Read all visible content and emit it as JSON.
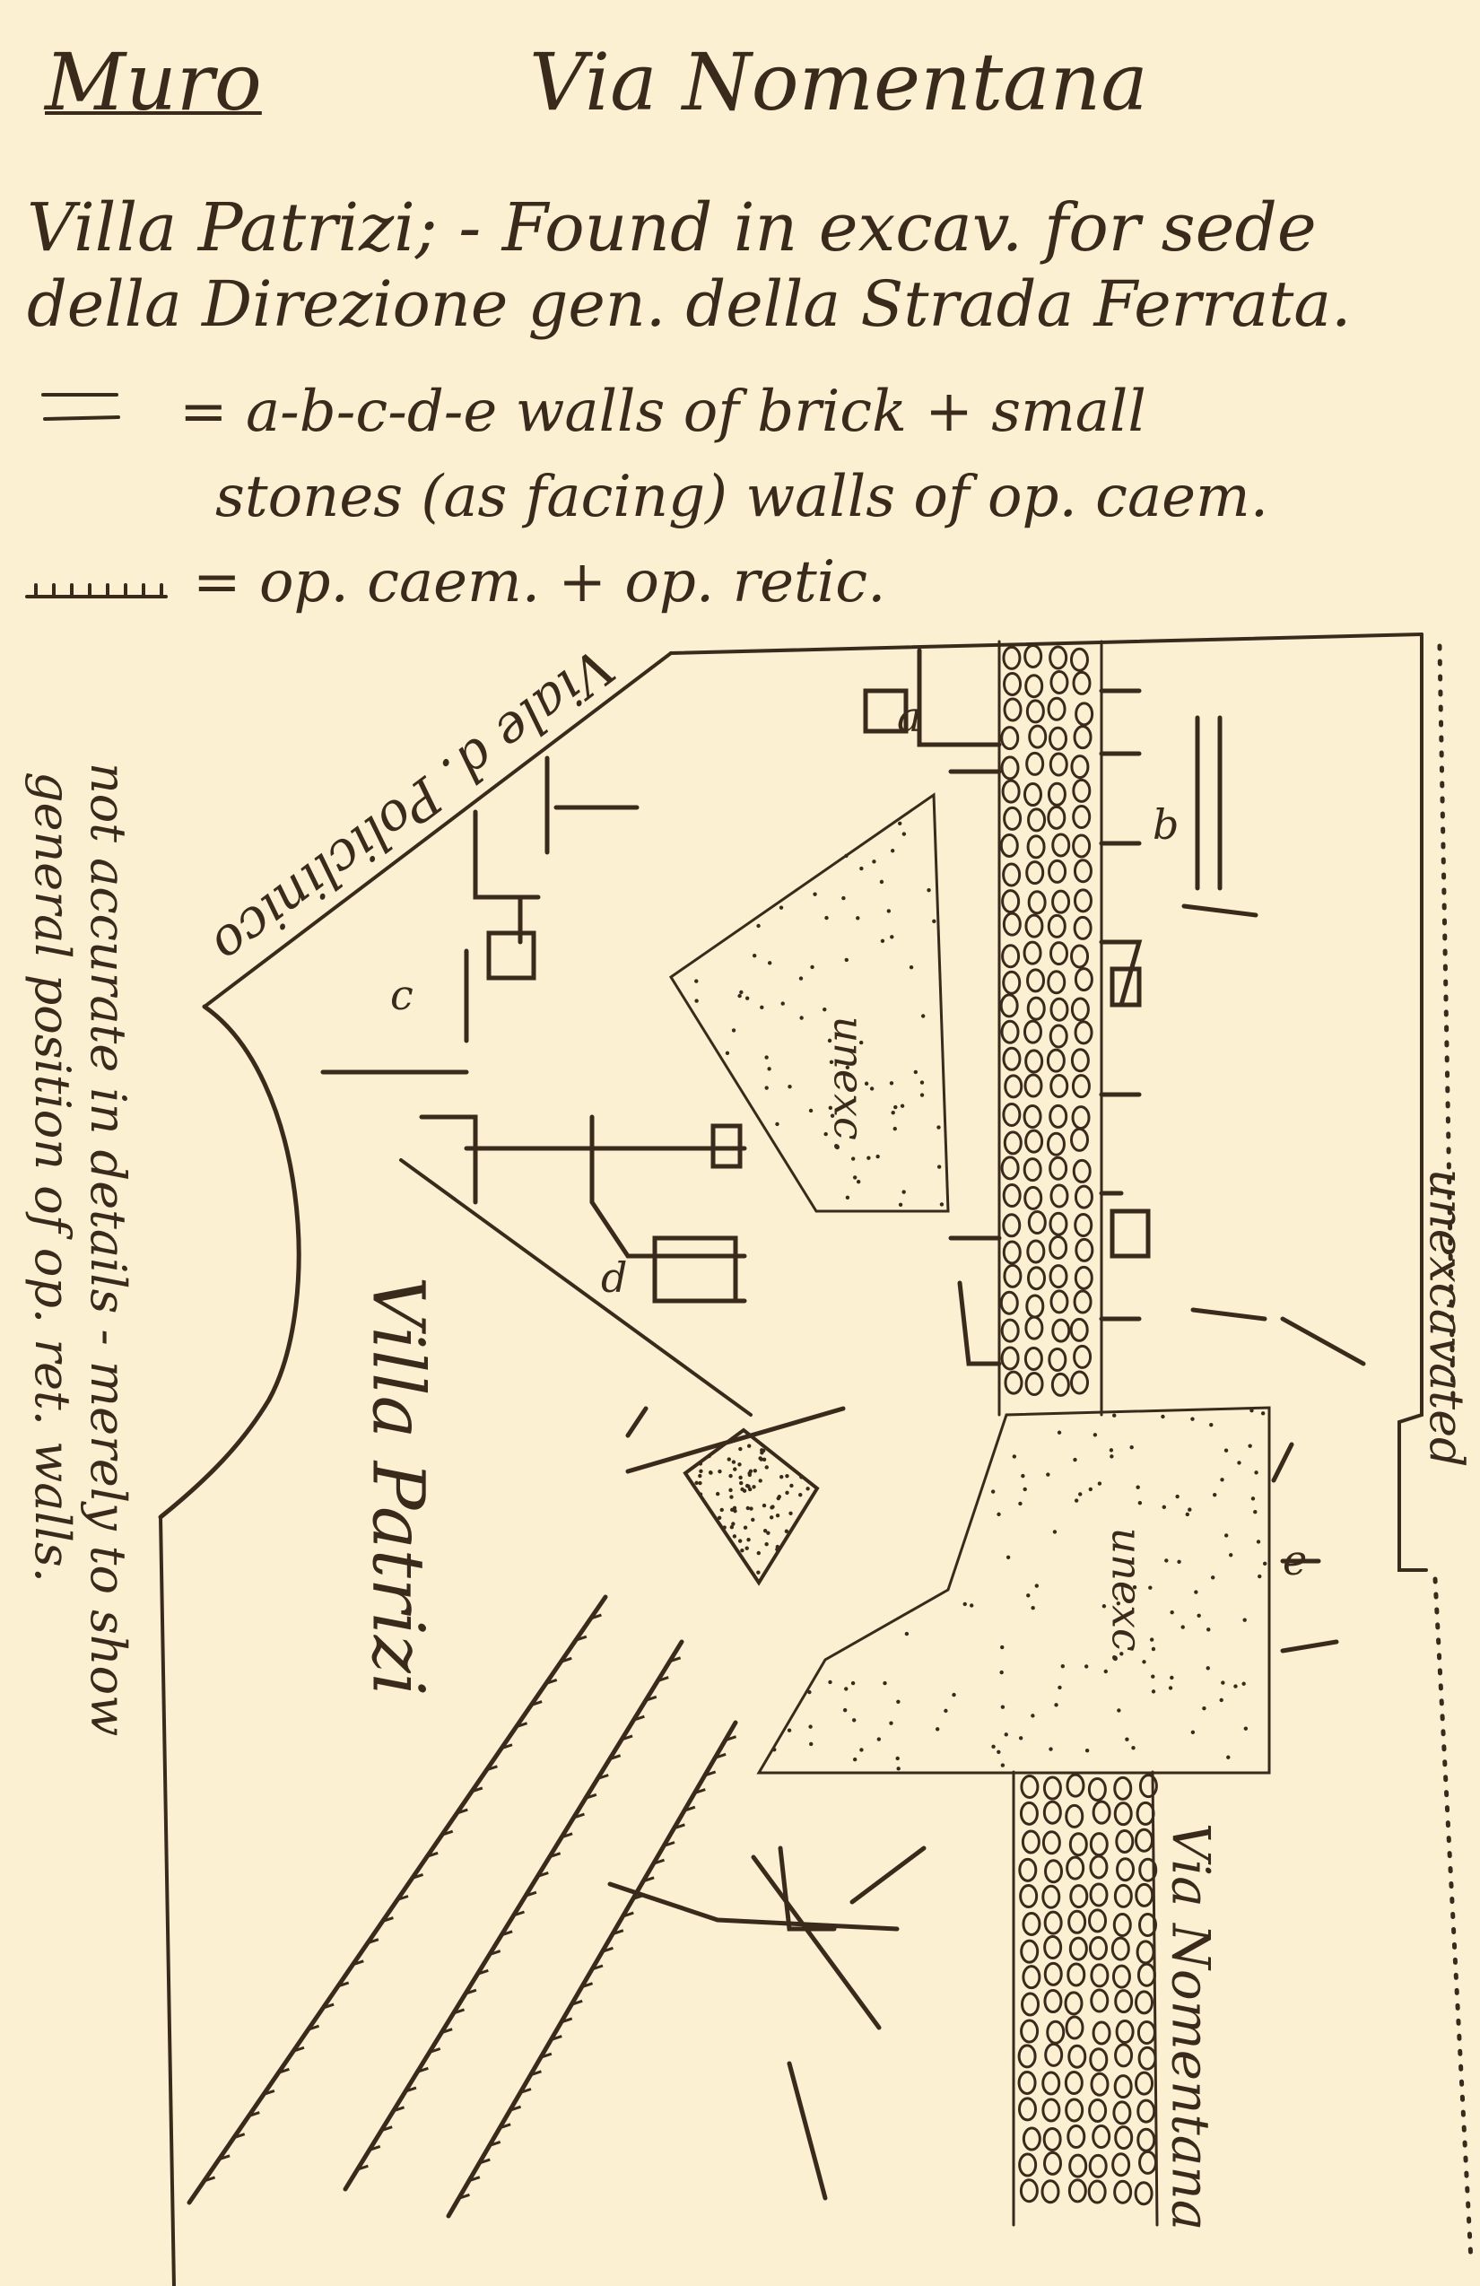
{
  "header": {
    "left": "Muro",
    "title": "Via Nomentana"
  },
  "notes": [
    "Villa Patrizi; - Found in excav. for sede",
    "della Direzione gen. della Strada Ferrata.",
    "= a-b-c-d-e walls of brick + small",
    "stones (as facing) walls of op. caem.",
    "= op. caem. + op. retic."
  ],
  "legend": {
    "symbol_double_line": "double-line",
    "symbol_hatched": "hatched-line"
  },
  "map": {
    "road_diag": "Viale d. Policlinico",
    "villa": "Villa Patrizi",
    "unexcavated_right": "unexcavated",
    "unexc_1": "unexc.",
    "unexc_2": "unexc.",
    "road_main": "Via Nomentana",
    "labels": [
      "a",
      "b",
      "c",
      "d",
      "e"
    ]
  },
  "side_note": [
    "not accurate in details - merely to show",
    "general position of op. ret. walls."
  ],
  "colors": {
    "paper": "#fbf0d2",
    "ink": "#3a2a1c"
  }
}
